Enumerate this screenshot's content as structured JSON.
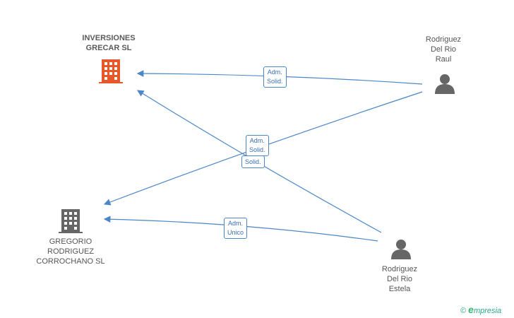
{
  "nodes": {
    "inversiones": {
      "line1": "INVERSIONES",
      "line2": "GRECAR SL",
      "color": "#e8572a"
    },
    "gregorio": {
      "line1": "GREGORIO",
      "line2": "RODRIGUEZ",
      "line3": "CORROCHANO SL",
      "color": "#666666"
    },
    "raul": {
      "line1": "Rodriguez",
      "line2": "Del Rio",
      "line3": "Raul"
    },
    "estela": {
      "line1": "Rodriguez",
      "line2": "Del Rio",
      "line3": "Estela"
    }
  },
  "edges": {
    "raul_inversiones": {
      "line1": "Adm.",
      "line2": "Solid."
    },
    "raul_gregorio": {
      "line1": "Adm.",
      "line2": "Solid."
    },
    "estela_inversiones": {
      "line1": "Solid."
    },
    "estela_gregorio": {
      "line1": "Adm.",
      "line2": "Unico"
    }
  },
  "colors": {
    "edge": "#4a86c8",
    "person": "#666666"
  },
  "watermark": {
    "symbol": "©",
    "brand_initial": "e",
    "brand_rest": "mpresia"
  }
}
